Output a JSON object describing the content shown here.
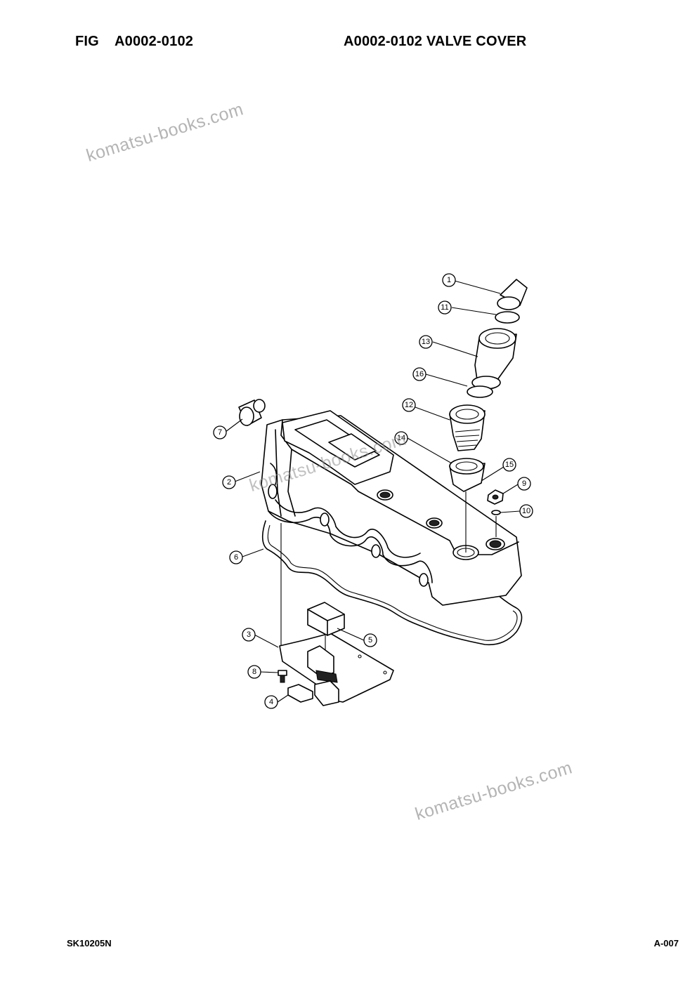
{
  "header": {
    "fig_label": "FIG",
    "fig_id": "A0002-0102",
    "title": "A0002-0102 VALVE COVER"
  },
  "footer": {
    "doc_code": "SK10205N",
    "page": "A-007"
  },
  "watermark": "komatsu-books.com",
  "callouts": {
    "c1": "1",
    "c2": "2",
    "c3": "3",
    "c4": "4",
    "c5": "5",
    "c6": "6",
    "c7": "7",
    "c8": "8",
    "c9": "9",
    "c10": "10",
    "c11": "11",
    "c12": "12",
    "c13": "13",
    "c14": "14",
    "c15": "15",
    "c16": "16"
  }
}
